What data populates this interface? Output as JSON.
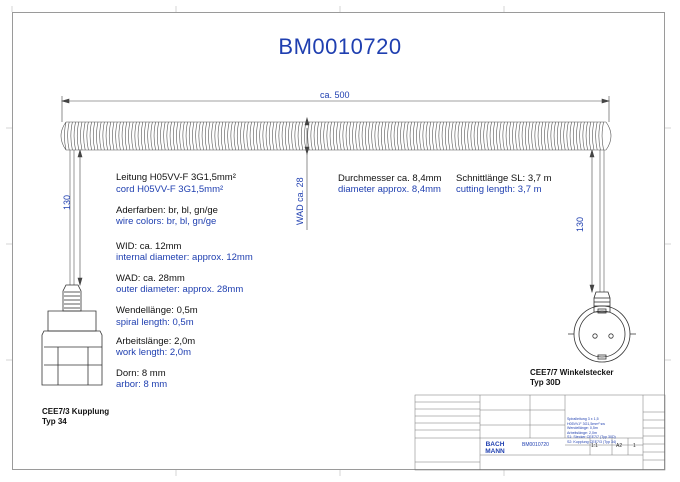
{
  "part_number": "BM0010720",
  "dimensions": {
    "length": "ca. 500",
    "left_straight": "130",
    "right_straight": "130",
    "coil_outer": "WAD ca. 28"
  },
  "specs": {
    "leitung_de": "Leitung H05VV-F 3G1,5mm²",
    "cord_en": "cord       H05VV-F 3G1,5mm²",
    "aderfarben_de": "Aderfarben:  br, bl, gn/ge",
    "wire_colors_en": "wire colors:  br, bl, gn/ge",
    "wid_de": "WID: ca. 12mm",
    "wid_en": "internal diameter: approx. 12mm",
    "wad_de": "WAD: ca. 28mm",
    "wad_en": "outer diameter: approx. 28mm",
    "wendel_de": "Wendellänge:  0,5m",
    "wendel_en": "spiral length:   0,5m",
    "arbeit_de": "Arbeitslänge:  2,0m",
    "arbeit_en": "work length:  2,0m",
    "dorn_de": "Dorn:   8 mm",
    "dorn_en": "arbor: 8 mm",
    "durch_de": "Durchmesser ca. 8,4mm",
    "durch_en": "diameter approx. 8,4mm",
    "schnitt_de": "Schnittlänge SL: 3,7 m",
    "schnitt_en": "cutting length:     3,7 m"
  },
  "connectors": {
    "left_line1": "CEE7/3 Kupplung",
    "left_line2": "Typ 34",
    "right_line1": "CEE7/7 Winkelstecker",
    "right_line2": "Typ 30D"
  },
  "title_block": {
    "logo_line1": "BACH",
    "logo_line2": "MANN",
    "drawing_number": "BM0010720",
    "scale": "1:1",
    "format": "A2",
    "sheet": "1",
    "notes": [
      "Spiralleitung 3 x 1,5",
      "H05VV-F 3G1,5mm² sw",
      "Wendellänge: 0,5m",
      "Arbeitslänge: 2,0m",
      "S1: Stecker CEE7/7 (Typ 30D)",
      "S2: Kupplung CEE7/3 (Typ 34)"
    ]
  },
  "colors": {
    "accent": "#1f3fb0",
    "line": "#444444"
  }
}
